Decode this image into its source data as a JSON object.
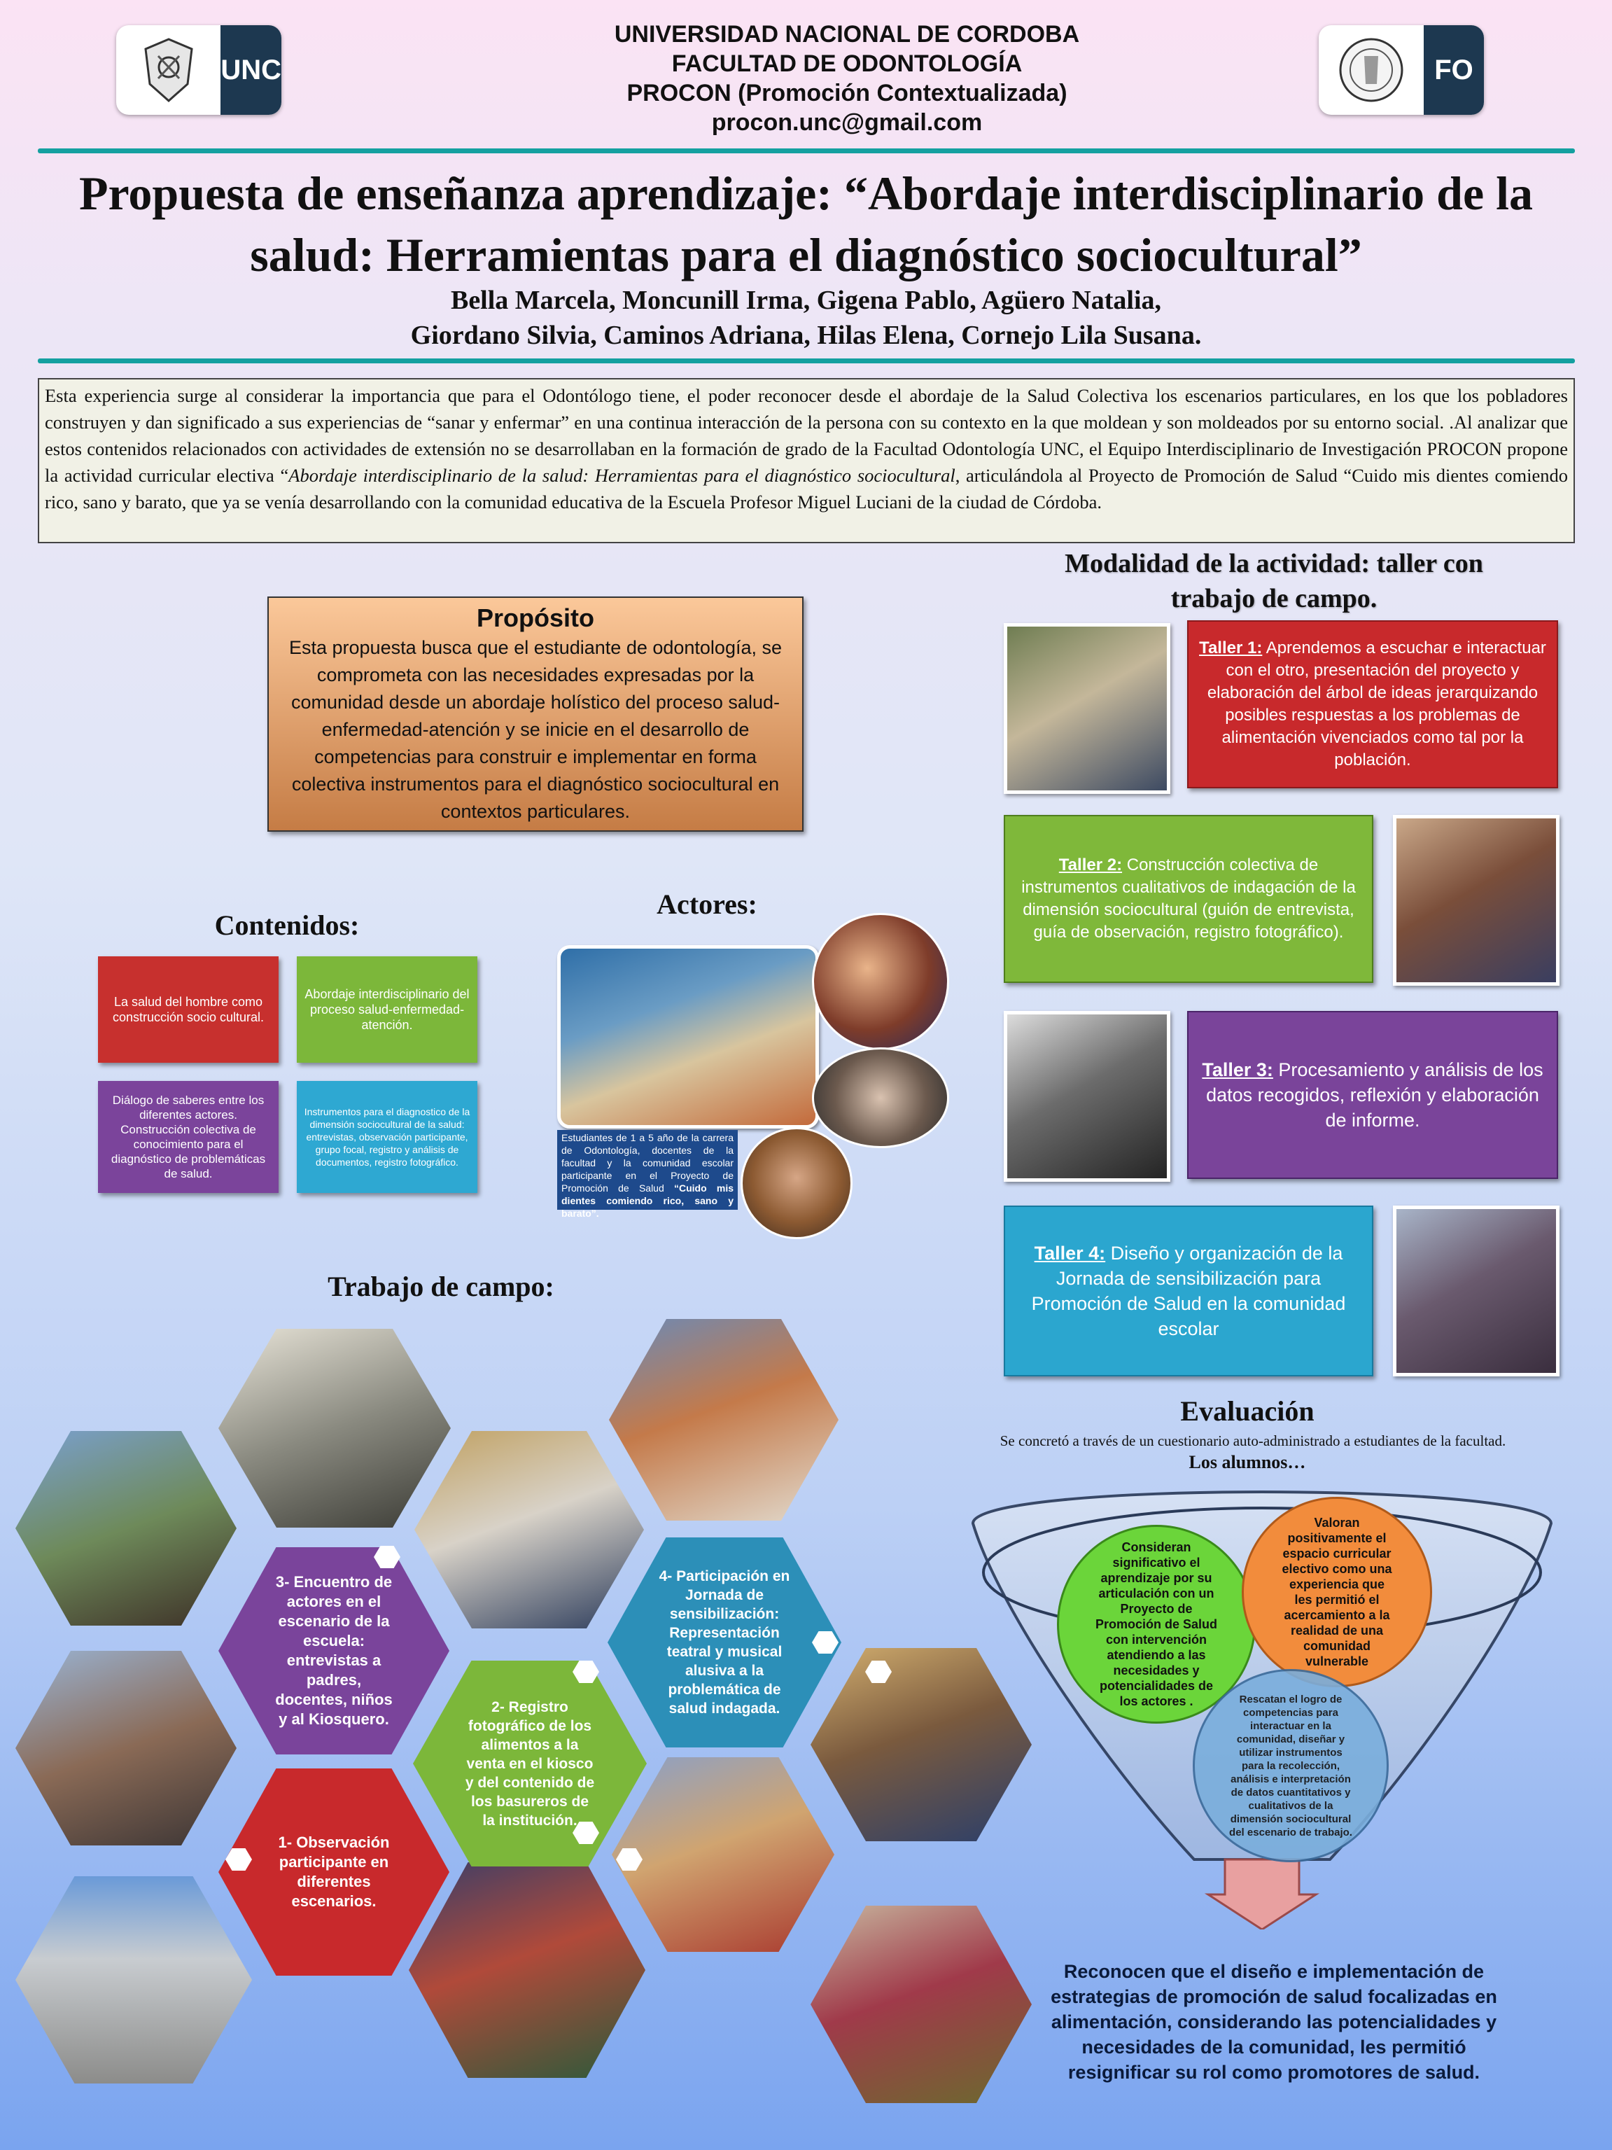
{
  "header": {
    "logo_left": "UNC",
    "logo_right": "FO",
    "line1": "UNIVERSIDAD NACIONAL DE CORDOBA",
    "line2": "FACULTAD DE ODONTOLOGÍA",
    "line3": "PROCON (Promoción Contextualizada)",
    "line4": "procon.unc@gmail.com"
  },
  "title": {
    "line1": "Propuesta de enseñanza aprendizaje: “Abordaje interdisciplinario de la",
    "line2": "salud: Herramientas para el diagnóstico sociocultural”"
  },
  "authors": {
    "line1": "Bella Marcela, Moncunill Irma, Gigena Pablo, Agüero Natalia,",
    "line2": "Giordano Silvia, Caminos Adriana, Hilas Elena,  Cornejo Lila Susana."
  },
  "intro": {
    "part1": "Esta experiencia surge al considerar  la importancia que para el Odontólogo tiene, el poder  reconocer desde el abordaje de la Salud Colectiva  los escenarios particulares, en los que  los pobladores construyen y dan significado a sus experiencias de “sanar y enfermar” en una continua interacción de la persona con su contexto  en la que moldean y son moldeados por su entorno social. .Al analizar que estos contenidos relacionados con actividades de extensión  no se desarrollaban en la  formación de grado de la Facultad Odontología UNC, el Equipo Interdisciplinario de Investigación PROCON propone la actividad curricular  electiva “",
    "italic": "Abordaje interdisciplinario de la salud: Herramientas para el diagnóstico sociocultural",
    "part2": ", articulándola al Proyecto de Promoción de Salud “Cuido mis dientes comiendo rico, sano y barato, que ya se venía desarrollando con la comunidad educativa de la Escuela Profesor Miguel Luciani de la ciudad de Córdoba."
  },
  "proposito": {
    "heading": "Propósito",
    "text": "Esta propuesta busca que el estudiante de odontología, se comprometa con las necesidades expresadas por la comunidad desde un abordaje holístico  del proceso salud- enfermedad-atención  y se  inicie en el desarrollo de competencias para construir e implementar en forma colectiva  instrumentos  para el diagnóstico sociocultural en contextos particulares."
  },
  "contenidos": {
    "heading": "Contenidos:",
    "items": [
      "La salud del hombre como construcción socio cultural.",
      "Abordaje interdisciplinario del proceso salud-enfermedad-atención.",
      "Diálogo de saberes entre los diferentes actores. Construcción colectiva de conocimiento para el diagnóstico de problemáticas de salud.",
      "Instrumentos para el diagnostico de la dimensión sociocultural de la salud: entrevistas, observación participante, grupo focal, registro y análisis de documentos, registro fotográfico."
    ]
  },
  "actores": {
    "heading": "Actores:",
    "caption_a": "Estudiantes de 1 a 5 año de la carrera de Odontología, docentes de la facultad y la comunidad escolar participante en el Proyecto de Promoción de Salud ",
    "caption_b": "“Cuido mis dientes comiendo rico, sano y barato”."
  },
  "modalidad": {
    "heading": "Modalidad de la actividad: taller con trabajo de campo.",
    "talleres": [
      {
        "label": "Taller 1:",
        "text": "  Aprendemos a escuchar e interactuar con el otro, presentación del proyecto y elaboración del árbol de ideas jerarquizando posibles respuestas a los problemas de alimentación vivenciados como tal por la población.",
        "color": "#c8292c"
      },
      {
        "label": "Taller 2:",
        "text": "  Construcción colectiva  de instrumentos cualitativos  de indagación de la dimensión sociocultural (guión de entrevista, guía  de observación, registro fotográfico).",
        "color": "#7fb83a"
      },
      {
        "label": "Taller 3:",
        "text": "  Procesamiento y análisis de los datos recogidos, reflexión y elaboración de informe.",
        "color": "#7a449a"
      },
      {
        "label": "Taller 4:",
        "text": "  Diseño y organización de la Jornada de sensibilización para Promoción de Salud en la comunidad escolar",
        "color": "#2ba6cf"
      }
    ]
  },
  "trabajo": {
    "heading": "Trabajo de campo:",
    "steps": [
      "1- Observación participante en diferentes escenarios.",
      "2- Registro fotográfico de los alimentos a la venta en el kiosco y del contenido de los basureros de la institución.",
      "3- Encuentro de actores en el escenario de la escuela: entrevistas a padres, docentes, niños y al Kiosquero.",
      "4- Participación en Jornada de sensibilización: Representación teatral y musical alusiva a la problemática de salud indagada."
    ]
  },
  "evaluacion": {
    "heading": "Evaluación",
    "subtitle": "Se concretó a través de un cuestionario auto-administrado a estudiantes de la facultad.",
    "alumnos": "Los alumnos…",
    "green": "Consideran significativo el aprendizaje por su articulación con un Proyecto de Promoción de Salud con intervención atendiendo a las necesidades y potencialidades de los actores .",
    "orange": "Valoran positivamente el espacio curricular electivo como una experiencia que les permitió el acercamiento a la realidad de una comunidad vulnerable",
    "blue": "Rescatan el  logro de competencias para interactuar en la comunidad,  diseñar y utilizar instrumentos para la recolección, análisis e interpretación de datos cuantitativos y cualitativos de la dimensión sociocultural del escenario de trabajo.",
    "conclusion": "Reconocen que  el diseño e implementación  de estrategias de promoción de salud focalizadas en alimentación, considerando las potencialidades y necesidades de la comunidad, les permitió resignificar su rol como  promotores de salud."
  }
}
